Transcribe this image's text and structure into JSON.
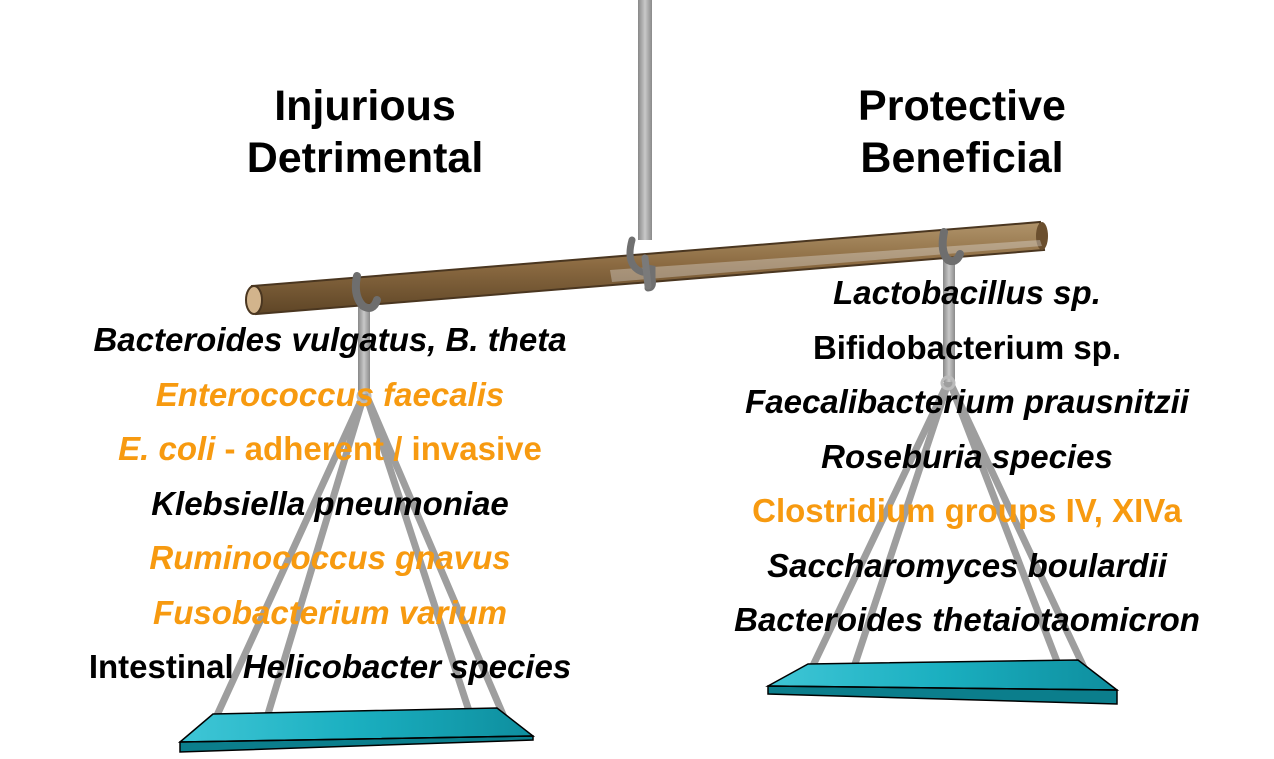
{
  "headings": {
    "left": {
      "line1": "Injurious",
      "line2": "Detrimental"
    },
    "right": {
      "line1": "Protective",
      "line2": "Beneficial"
    }
  },
  "colors": {
    "black": "#000000",
    "orange": "#F79A10",
    "beam": "#8C6B42",
    "pan": "#1AAFC0",
    "rope": "#A0A0A0"
  },
  "left_list": [
    {
      "segments": [
        {
          "text": "Bacteroides vulgatus, B. theta",
          "italic": true,
          "color": "black"
        }
      ]
    },
    {
      "segments": [
        {
          "text": "Enterococcus faecalis",
          "italic": true,
          "color": "orange"
        }
      ]
    },
    {
      "segments": [
        {
          "text": "E. coli",
          "italic": true,
          "color": "orange"
        },
        {
          "text": " - adherent / invasive",
          "italic": false,
          "color": "orange"
        }
      ]
    },
    {
      "segments": [
        {
          "text": "Klebsiella pneumoniae",
          "italic": true,
          "color": "black"
        }
      ]
    },
    {
      "segments": [
        {
          "text": "Ruminococcus gnavus",
          "italic": true,
          "color": "orange"
        }
      ]
    },
    {
      "segments": [
        {
          "text": "Fusobacterium varium",
          "italic": true,
          "color": "orange"
        }
      ]
    },
    {
      "segments": [
        {
          "text": "Intestinal ",
          "italic": false,
          "color": "black"
        },
        {
          "text": "Helicobacter species",
          "italic": true,
          "color": "black"
        }
      ]
    }
  ],
  "right_list": [
    {
      "segments": [
        {
          "text": "Lactobacillus sp.",
          "italic": true,
          "color": "black"
        }
      ]
    },
    {
      "segments": [
        {
          "text": "Bifidobacterium sp.",
          "italic": false,
          "color": "black"
        }
      ]
    },
    {
      "segments": [
        {
          "text": "Faecalibacterium prausnitzii",
          "italic": true,
          "color": "black"
        }
      ]
    },
    {
      "segments": [
        {
          "text": "Roseburia species",
          "italic": true,
          "color": "black"
        }
      ]
    },
    {
      "segments": [
        {
          "text": "Clostridium groups IV, XIVa",
          "italic": false,
          "color": "orange"
        }
      ]
    },
    {
      "segments": [
        {
          "text": "Saccharomyces boulardii",
          "italic": true,
          "color": "black"
        }
      ]
    },
    {
      "segments": [
        {
          "text": "Bacteroides thetaiotaomicron",
          "italic": true,
          "color": "black"
        }
      ]
    }
  ]
}
